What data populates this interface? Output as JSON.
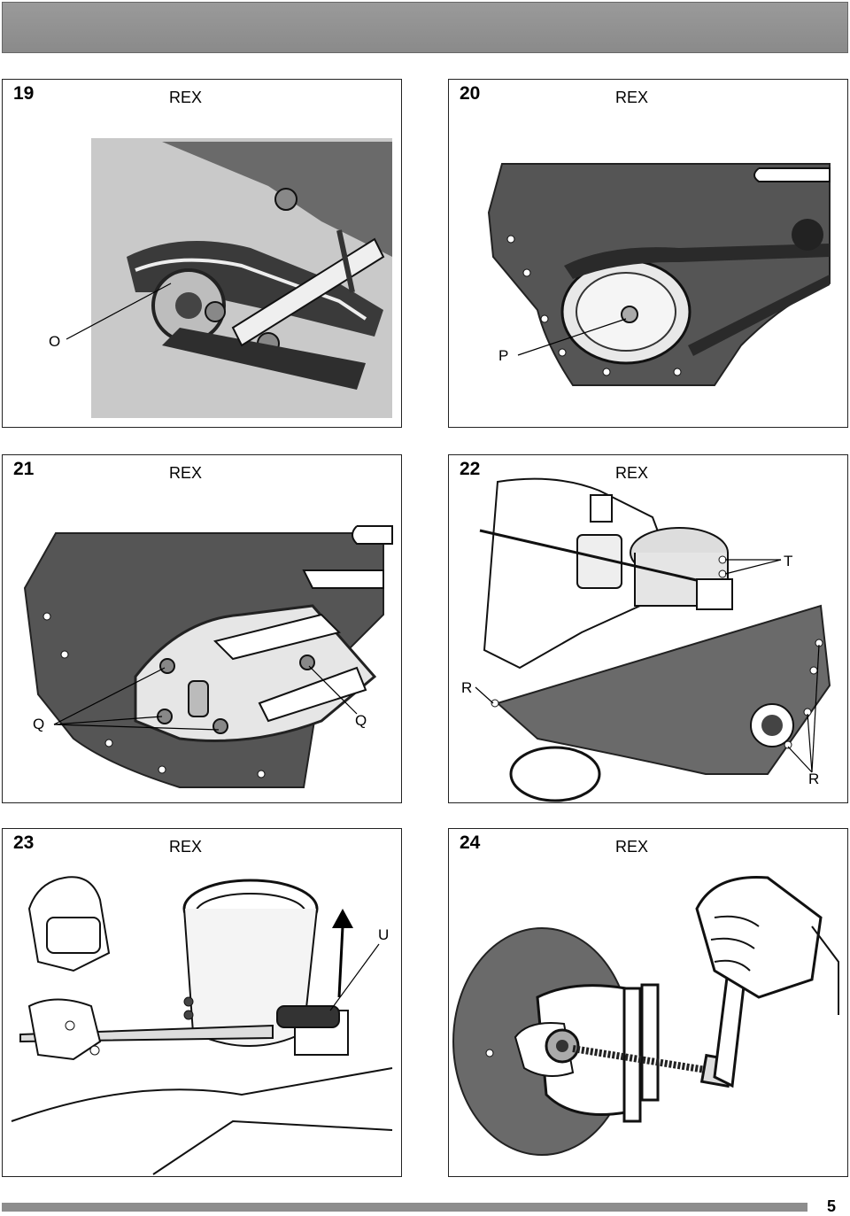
{
  "panels": [
    {
      "number": "19",
      "model": "REX",
      "callouts": [
        "O"
      ]
    },
    {
      "number": "20",
      "model": "REX",
      "callouts": [
        "P"
      ]
    },
    {
      "number": "21",
      "model": "REX",
      "callouts": [
        "Q",
        "Q"
      ]
    },
    {
      "number": "22",
      "model": "REX",
      "callouts": [
        "T",
        "R",
        "R"
      ]
    },
    {
      "number": "23",
      "model": "REX",
      "callouts": [
        "U"
      ]
    },
    {
      "number": "24",
      "model": "REX",
      "callouts": []
    }
  ],
  "page_number": "5"
}
